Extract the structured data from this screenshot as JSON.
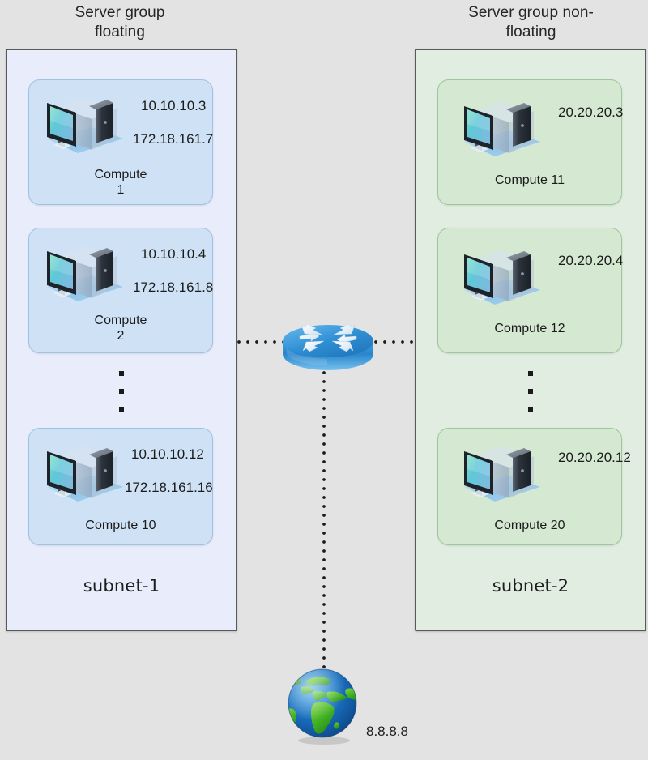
{
  "diagram": {
    "background_color": "#e3e3e3",
    "groups": [
      {
        "id": "floating",
        "title": "Server group\nfloating",
        "subnet_label": "subnet-1",
        "box_color": "#e9edfb",
        "card_color": "#cfe2f5",
        "nodes": [
          {
            "name": "Compute\n1",
            "ips": [
              "10.10.10.3",
              "172.18.161.7"
            ],
            "icon": "computer-icon"
          },
          {
            "name": "Compute\n2",
            "ips": [
              "10.10.10.4",
              "172.18.161.8"
            ],
            "icon": "computer-icon"
          },
          {
            "name": "Compute 10",
            "ips": [
              "10.10.10.12",
              "172.18.161.16"
            ],
            "icon": "computer-icon"
          }
        ],
        "ellipsis": "▪ ▪ ▪"
      },
      {
        "id": "non-floating",
        "title": "Server group non-\nfloating",
        "subnet_label": "subnet-2",
        "box_color": "#e0ede0",
        "card_color": "#d4e8d2",
        "nodes": [
          {
            "name": "Compute 11",
            "ips": [
              "20.20.20.3"
            ],
            "icon": "computer-icon"
          },
          {
            "name": "Compute 12",
            "ips": [
              "20.20.20.4"
            ],
            "icon": "computer-icon"
          },
          {
            "name": "Compute 20",
            "ips": [
              "20.20.20.12"
            ],
            "icon": "computer-icon"
          }
        ],
        "ellipsis": "▪ ▪ ▪"
      }
    ],
    "router": {
      "icon": "router-icon",
      "label": ""
    },
    "internet": {
      "icon": "globe-icon",
      "label": "8.8.8.8"
    },
    "connections": [
      {
        "name": "router-to-subnet-1",
        "style": "dotted",
        "orientation": "horizontal"
      },
      {
        "name": "router-to-subnet-2",
        "style": "dotted",
        "orientation": "horizontal"
      },
      {
        "name": "router-to-internet",
        "style": "dotted",
        "orientation": "vertical"
      }
    ]
  }
}
